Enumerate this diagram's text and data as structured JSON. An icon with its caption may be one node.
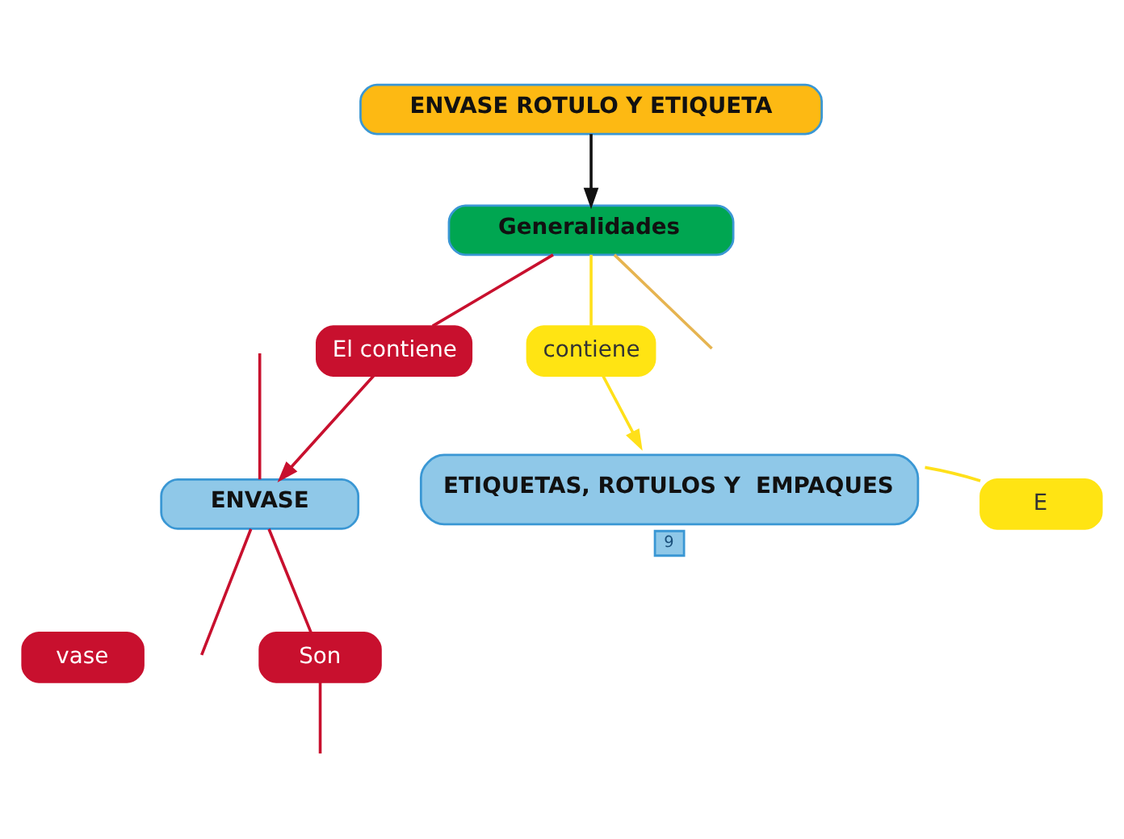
{
  "diagram": {
    "nodes": [
      {
        "text": [
          "ENVASE ROTULO Y ETIQUETA"
        ]
      },
      {
        "text": [
          "El contiene"
        ]
      },
      {
        "text": [
          "Generalidades"
        ]
      },
      {
        "text": [
          "ENVASE"
        ]
      },
      {
        "text": [
          "contiene"
        ]
      },
      {
        "text": [
          "E"
        ]
      },
      {
        "text": [
          "ETIQUETAS, ROTULOS Y  EMPAQUES"
        ],
        "beside": [
          "9"
        ]
      },
      {
        "text": [
          "Son"
        ]
      },
      {
        "text": [
          "vase"
        ]
      }
    ],
    "edges": [
      {
        "from": 0,
        "to": 2,
        "arrow": "to",
        "color": "#111111"
      },
      {
        "from": 2,
        "to": 1,
        "arrow": "none"
      },
      {
        "from": 1,
        "to": 3,
        "arrow": "to"
      },
      {
        "from": null,
        "to": 3,
        "arrow": "none"
      },
      {
        "from": 3,
        "to": null,
        "arrow": "none"
      },
      {
        "from": 3,
        "to": 7,
        "arrow": "none"
      },
      {
        "from": 7,
        "to": null,
        "arrow": "none"
      },
      {
        "from": 2,
        "to": 4,
        "arrow": "none",
        "color": "#ffe01a"
      },
      {
        "from": 4,
        "to": 6,
        "arrow": "to",
        "color": "#ffe01a"
      },
      {
        "from": 2,
        "to": null,
        "arrow": "none",
        "color": "#e6b450"
      },
      {
        "from": 6,
        "to": 5,
        "arrow": "none",
        "color": "#ffe01a"
      }
    ]
  }
}
